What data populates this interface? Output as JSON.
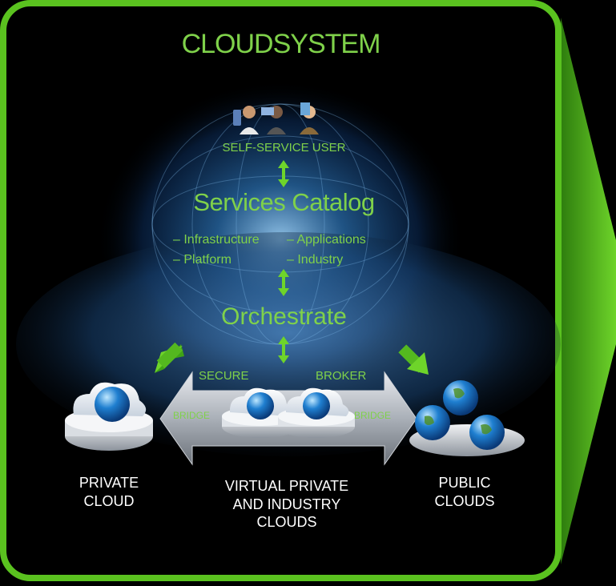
{
  "title": "CLOUDSYSTEM",
  "user_label": "SELF-SERVICE USER",
  "catalog": {
    "title": "Services Catalog",
    "items": [
      "– Infrastructure",
      "– Applications",
      "– Platform",
      "– Industry"
    ]
  },
  "orchestrate": "Orchestrate",
  "bridge": {
    "secure": "SECURE",
    "broker": "BROKER",
    "left": "BRIDGE",
    "right": "BRIDGE"
  },
  "bottom": {
    "private": [
      "PRIVATE",
      "CLOUD"
    ],
    "virtual": [
      "VIRTUAL PRIVATE",
      "AND INDUSTRY",
      "CLOUDS"
    ],
    "public": [
      "PUBLIC",
      "CLOUDS"
    ]
  },
  "colors": {
    "frame": "#5ac21f",
    "accent_text": "#7fd14a",
    "background": "#000000",
    "glow": "#2a6fb0"
  },
  "icons": [
    "user-phone-icon",
    "user-laptop-icon",
    "user-tablet-icon",
    "private-cloud-icon",
    "public-globes-icon"
  ]
}
